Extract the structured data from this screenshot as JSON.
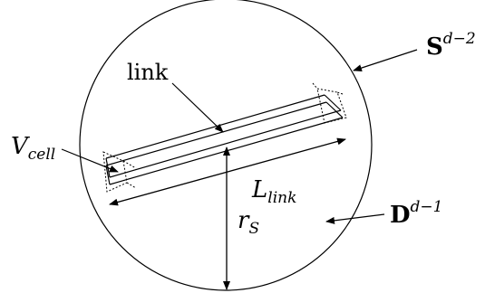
{
  "labels": {
    "link": "link",
    "v_cell": {
      "base": "V",
      "sub": "cell"
    },
    "l_link": {
      "base": "L",
      "sub": "link"
    },
    "r_s": {
      "base": "r",
      "sub": "S"
    },
    "sphere": {
      "base": "S",
      "sup": "d−2"
    },
    "disk": {
      "base": "D",
      "sup": "d−1"
    }
  },
  "colors": {
    "stroke": "#000000",
    "background": "#ffffff"
  }
}
